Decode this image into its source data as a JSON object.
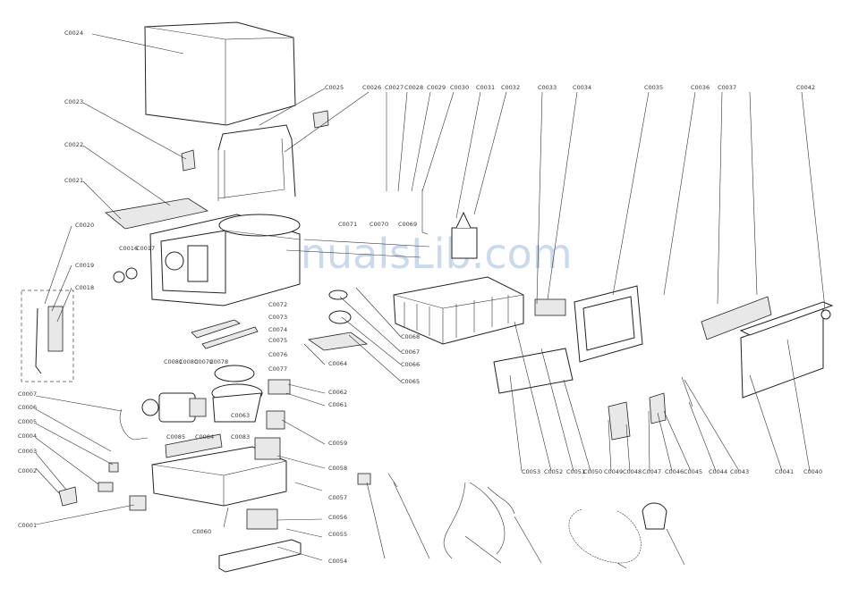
{
  "watermark": "ManualsLib.com",
  "labels": {
    "c0001": "C0001",
    "c0002": "C0002",
    "c0003": "C0003",
    "c0004": "C0004",
    "c0005": "C0005",
    "c0006": "C0006",
    "c0007": "C0007",
    "c0018": "C0018",
    "c0019": "C0019",
    "c0020": "C0020",
    "c0016": "C0016",
    "c0017": "C0017",
    "c0021": "C0021",
    "c0022": "C0022",
    "c0023": "C0023",
    "c0024": "C0024",
    "c0025": "C0025",
    "c0026": "C0026",
    "c0027": "C0027",
    "c0028": "C0028",
    "c0029": "C0029",
    "c0030": "C0030",
    "c0031": "C0031",
    "c0032": "C0032",
    "c0033": "C0033",
    "c0034": "C0034",
    "c0035": "C0035",
    "c0036": "C0036",
    "c0037": "C0037",
    "c0042": "C0042",
    "c0040": "C0040",
    "c0041": "C0041",
    "c0043": "C0043",
    "c0044": "C0044",
    "c0045": "C0045",
    "c0046": "C0046",
    "c0047": "C0047",
    "c0048": "C0048",
    "c0049": "C0049",
    "c0050": "C0050",
    "c0051": "C0051",
    "c0052": "C0052",
    "c0053": "C0053",
    "c0054": "C0054",
    "c0055": "C0055",
    "c0056": "C0056",
    "c0057": "C0057",
    "c0058": "C0058",
    "c0059": "C0059",
    "c0060": "C0060",
    "c0061": "C0061",
    "c0062": "C0062",
    "c0063": "C0063",
    "c0064": "C0064",
    "c0065": "C0065",
    "c0066": "C0066",
    "c0067": "C0067",
    "c0068": "C0068",
    "c0069": "C0069",
    "c0070": "C0070",
    "c0071": "C0071",
    "c0072": "C0072",
    "c0073": "C0073",
    "c0074": "C0074",
    "c0075": "C0075",
    "c0076": "C0076",
    "c0077": "C0077",
    "c0078": "C0078",
    "c0079": "C0079",
    "c0080": "C0080",
    "c0081": "C0081",
    "c0083": "C0083",
    "c0084": "C0084",
    "c0085": "C0085"
  }
}
